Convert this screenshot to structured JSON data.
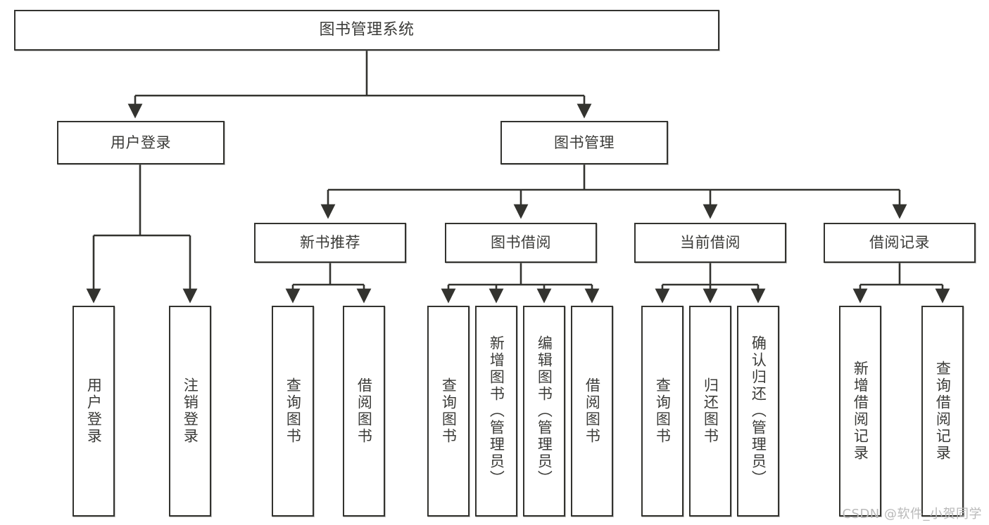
{
  "diagram": {
    "title": "图书管理系统",
    "type": "tree-hierarchy",
    "root": {
      "id": "root",
      "label": "图书管理系统"
    },
    "level2": [
      {
        "id": "user-login",
        "label": "用户登录"
      },
      {
        "id": "book-manage",
        "label": "图书管理"
      }
    ],
    "level3": [
      {
        "id": "new-book-rec",
        "label": "新书推荐",
        "parent": "book-manage"
      },
      {
        "id": "book-borrow",
        "label": "图书借阅",
        "parent": "book-manage"
      },
      {
        "id": "current-borrow",
        "label": "当前借阅",
        "parent": "book-manage"
      },
      {
        "id": "borrow-record",
        "label": "借阅记录",
        "parent": "book-manage"
      }
    ],
    "leaves": [
      {
        "id": "leaf-user-login",
        "label": "用户登录",
        "parent": "user-login"
      },
      {
        "id": "leaf-logout",
        "label": "注销登录",
        "parent": "user-login"
      },
      {
        "id": "leaf-query-book-1",
        "label": "查询图书",
        "parent": "new-book-rec"
      },
      {
        "id": "leaf-borrow-book-1",
        "label": "借阅图书",
        "parent": "new-book-rec"
      },
      {
        "id": "leaf-query-book-2",
        "label": "查询图书",
        "parent": "book-borrow"
      },
      {
        "id": "leaf-add-book",
        "label": "新增图书（管理员）",
        "parent": "book-borrow"
      },
      {
        "id": "leaf-edit-book",
        "label": "编辑图书（管理员）",
        "parent": "book-borrow"
      },
      {
        "id": "leaf-borrow-book-2",
        "label": "借阅图书",
        "parent": "book-borrow"
      },
      {
        "id": "leaf-query-book-3",
        "label": "查询图书",
        "parent": "current-borrow"
      },
      {
        "id": "leaf-return-book",
        "label": "归还图书",
        "parent": "current-borrow"
      },
      {
        "id": "leaf-confirm-return",
        "label": "确认归还（管理员）",
        "parent": "current-borrow"
      },
      {
        "id": "leaf-add-record",
        "label": "新增借阅记录",
        "parent": "borrow-record"
      },
      {
        "id": "leaf-query-record",
        "label": "查询借阅记录",
        "parent": "borrow-record"
      }
    ],
    "watermark": "CSDN @软件_小贺同学",
    "colors": {
      "stroke": "#33332f",
      "text": "#3b3b38",
      "background": "#ffffff",
      "watermark": "#b9b9b9"
    }
  }
}
